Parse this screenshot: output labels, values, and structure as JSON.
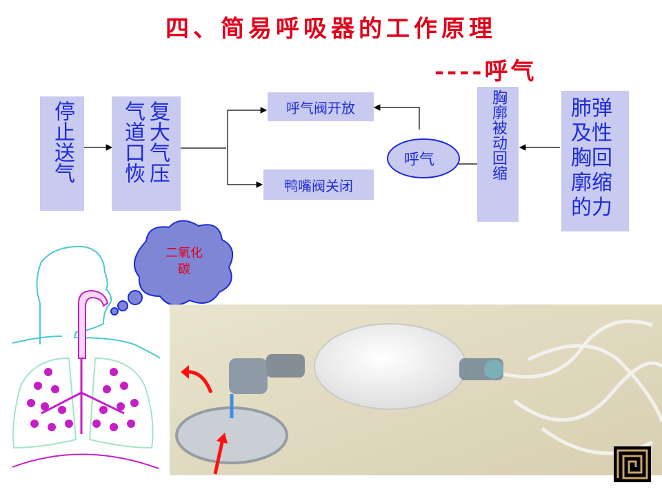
{
  "title": "四、简易呼吸器的工作原理",
  "subtitle": "----呼气",
  "boxes": {
    "stop": "停止送气",
    "recover_col1": "气道口恢",
    "recover_col2": "复大气压",
    "exhale_open": "呼气阀开放",
    "duck_close": "鸭嘴阀关闭",
    "exhale": "呼气",
    "chest_recoil": "胸廓被动回缩",
    "lung_col1": "肺弹",
    "lung_col2": "及性",
    "lung_col3": "胸回",
    "lung_col4": "廓缩",
    "lung_col5": "的力"
  },
  "bubble": {
    "line1": "二氧化",
    "line2": "碳"
  },
  "colors": {
    "title": "#e0001b",
    "box_bg": "#c9caef",
    "box_text": "#1c2bd6",
    "cloud": "#7f86d6",
    "lung": "#a0e6c4",
    "alveoli": "#c61ec6"
  },
  "icons": {
    "corner_logo": "spiral-logo-icon"
  }
}
